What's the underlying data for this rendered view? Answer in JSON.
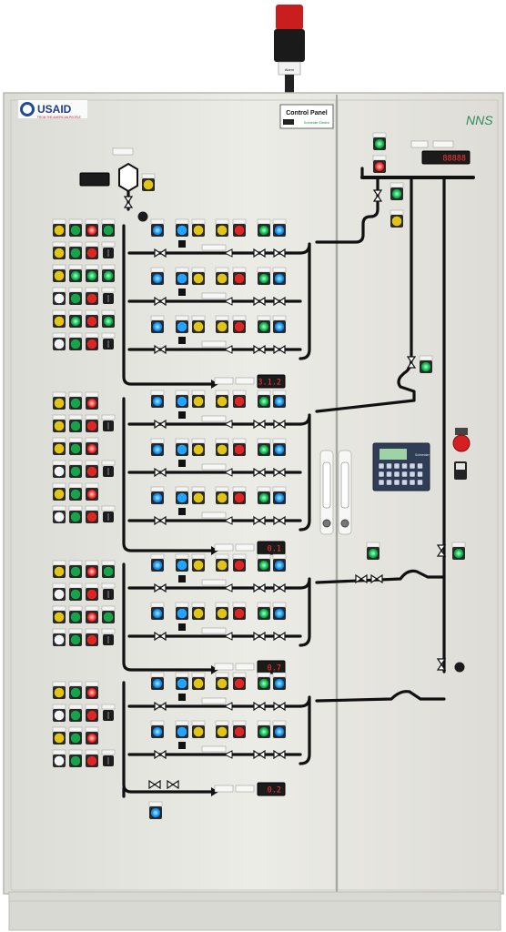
{
  "branding": {
    "usaid_logo": "USAID",
    "usaid_tagline": "FROM THE AMERICAN PEOPLE",
    "nns_logo": "NNS"
  },
  "nameplate": {
    "title": "Control Panel",
    "maker": "Schneider Electric"
  },
  "beacon": {
    "label": "Alarm"
  },
  "displays": {
    "left_top_meter": "",
    "right_top_meter": "88888",
    "group1_meter": "3.1.2",
    "group2_meter": "0.1",
    "group3_meter": "0.7",
    "group4_meter": "0.2"
  },
  "hmi": {
    "brand": "Schneider"
  },
  "colors": {
    "cabinet": "#e8e8e3",
    "cabinet_edge": "#c9c9c2",
    "pipe": "#111111",
    "led_green": "#16a34a",
    "led_red": "#dc2626",
    "led_yellow": "#e0c416",
    "led_blue": "#22a3ff",
    "led_white": "#f3f4f6",
    "meter_red": "#ff3b2f"
  }
}
